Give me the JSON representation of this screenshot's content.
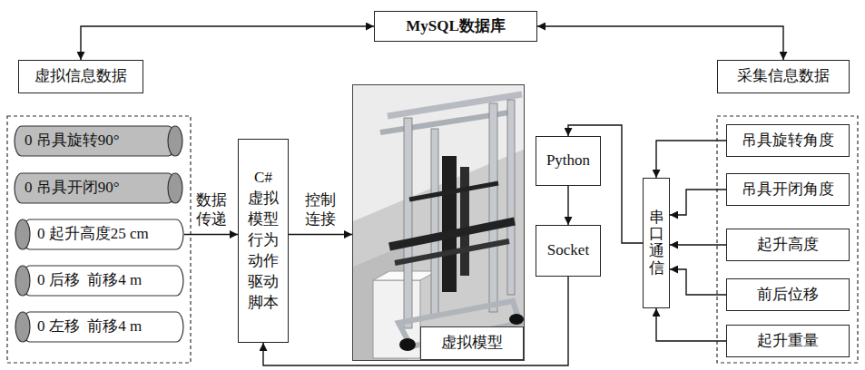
{
  "diagram": {
    "nodes": [
      {
        "text": [
          "MySQL数据库"
        ]
      },
      {
        "text": [
          "虚拟信息数据"
        ]
      },
      {
        "text": [
          "采集信息数据"
        ]
      },
      {
        "text": [
          "0 吊具旋转90°"
        ]
      },
      {
        "text": [
          "0 吊具开闭90°"
        ]
      },
      {
        "text": [
          "0 起升高度25 cm"
        ]
      },
      {
        "text": [
          "0 后移  前移4 m"
        ]
      },
      {
        "text": [
          "0 左移  前移4 m"
        ]
      },
      {
        "text": [
          "C# 虚拟 模型 行为 动作 驱动 脚本"
        ]
      },
      {
        "text": [
          "虚拟模型"
        ]
      },
      {
        "text": [
          "Python"
        ]
      },
      {
        "text": [
          "Socket"
        ]
      },
      {
        "text": [
          "串口通信"
        ]
      },
      {
        "text": [
          "吊具旋转角度"
        ]
      },
      {
        "text": [
          "吊具开闭角度"
        ]
      },
      {
        "text": [
          "起升高度"
        ]
      },
      {
        "text": [
          "前后位移"
        ]
      },
      {
        "text": [
          "起升重量"
        ]
      }
    ],
    "edges": [
      {
        "from": 0,
        "to": 1,
        "arrow": "both"
      },
      {
        "from": 0,
        "to": 2,
        "arrow": "both"
      },
      {
        "from": 5,
        "to": 8,
        "label": "数据 传递",
        "arrow": "to"
      },
      {
        "from": 8,
        "to": 9,
        "label": "控制 连接",
        "arrow": "to"
      },
      {
        "from": 12,
        "to": 10,
        "arrow": "to"
      },
      {
        "from": 10,
        "to": 11,
        "arrow": "to"
      },
      {
        "from": 11,
        "to": 8,
        "arrow": "to"
      },
      {
        "from": 13,
        "to": 12,
        "arrow": "to"
      },
      {
        "from": 14,
        "to": 12,
        "arrow": "to"
      },
      {
        "from": 15,
        "to": 12,
        "arrow": "to"
      },
      {
        "from": 16,
        "to": 12,
        "arrow": "to"
      },
      {
        "from": 17,
        "to": 12,
        "arrow": "to"
      }
    ]
  }
}
